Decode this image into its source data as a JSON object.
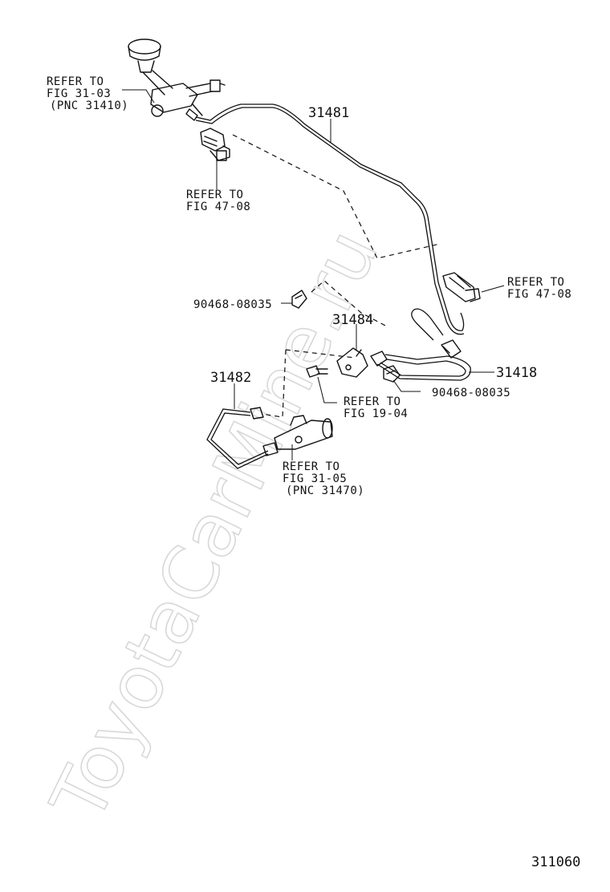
{
  "watermark": "ToyotaCarMine.ru",
  "figure_number": "311060",
  "parts": {
    "p31481": "31481",
    "p31484": "31484",
    "p31482": "31482",
    "p31418": "31418",
    "clip_upper": "90468-08035",
    "clip_lower": "90468-08035"
  },
  "references": {
    "master_cyl": [
      "REFER TO",
      "FIG 31-03",
      "(PNC 31410)"
    ],
    "bracket_upper": [
      "REFER TO",
      "FIG 47-08"
    ],
    "bracket_right": [
      "REFER TO",
      "FIG 47-08"
    ],
    "bolt": [
      "REFER TO",
      "FIG 19-04"
    ],
    "release_cyl": [
      "REFER TO",
      "FIG 31-05",
      "(PNC 31470)"
    ]
  }
}
